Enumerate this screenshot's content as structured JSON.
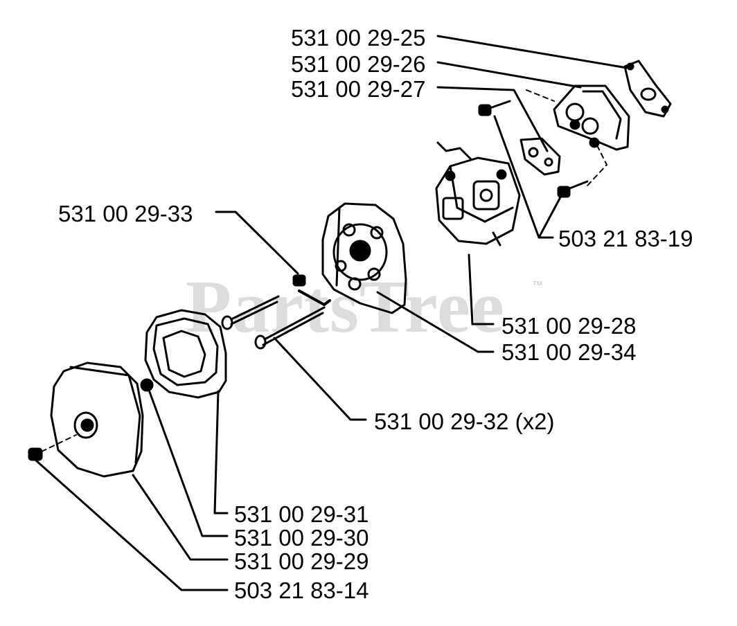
{
  "watermark": {
    "text": "PartsTree",
    "trademark": "™"
  },
  "callouts": [
    {
      "id": "c1",
      "text": "531 00 29-25"
    },
    {
      "id": "c2",
      "text": "531 00 29-26"
    },
    {
      "id": "c3",
      "text": "531 00 29-27"
    },
    {
      "id": "c4",
      "text": "531 00 29-33"
    },
    {
      "id": "c5",
      "text": "503 21 83-19"
    },
    {
      "id": "c6",
      "text": "531 00 29-28"
    },
    {
      "id": "c7",
      "text": "531 00 29-34"
    },
    {
      "id": "c8",
      "text": "531 00 29-32 (x2)"
    },
    {
      "id": "c9",
      "text": "531 00 29-31"
    },
    {
      "id": "c10",
      "text": "531 00 29-30"
    },
    {
      "id": "c11",
      "text": "531 00 29-29"
    },
    {
      "id": "c12",
      "text": "503 21 83-14"
    }
  ],
  "colors": {
    "ink": "#000000",
    "background": "#ffffff",
    "watermark": "#dcdcdc"
  }
}
